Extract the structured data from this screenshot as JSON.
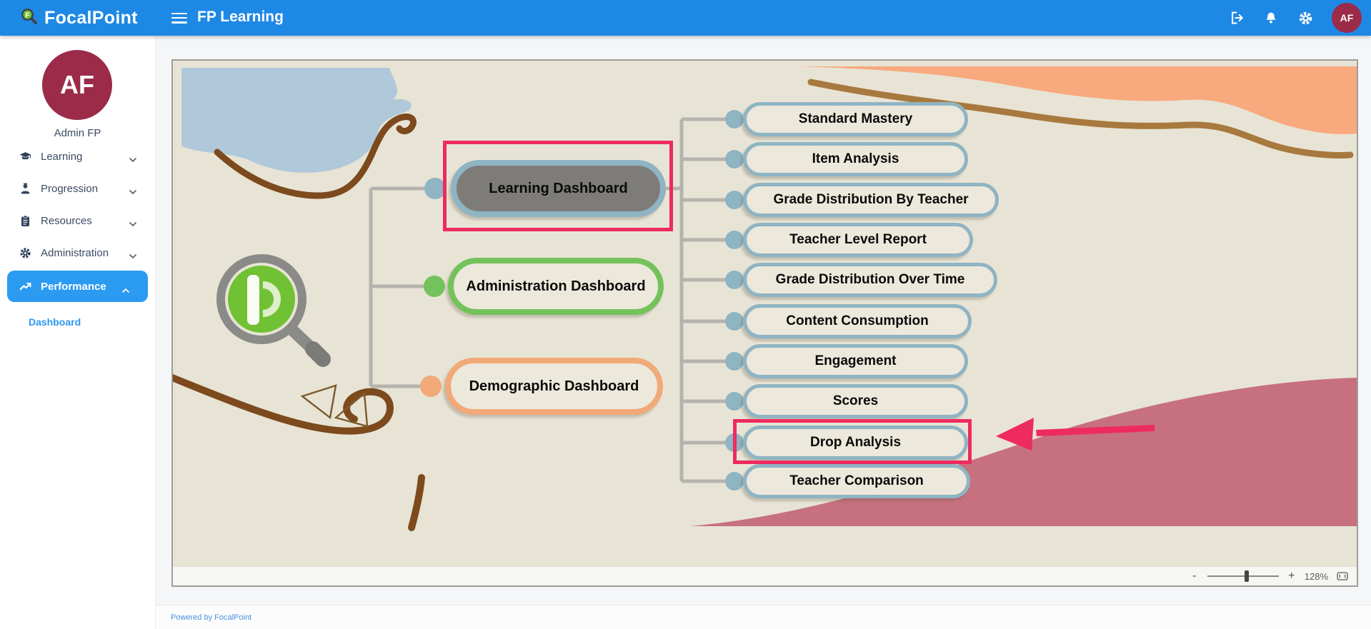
{
  "header": {
    "brand": "FocalPoint",
    "app_title": "FP Learning",
    "avatar_initials": "AF",
    "icons": [
      "logout-icon",
      "bell-icon",
      "gear-icon",
      "avatar"
    ],
    "background_color": "#1e88e5"
  },
  "sidebar": {
    "user": {
      "initials": "AF",
      "name": "Admin FP",
      "avatar_color": "#9b2b49"
    },
    "items": [
      {
        "label": "Learning",
        "icon": "graduation-cap-icon",
        "state": "collapsed",
        "active": false
      },
      {
        "label": "Progression",
        "icon": "person-icon",
        "state": "collapsed",
        "active": false
      },
      {
        "label": "Resources",
        "icon": "clipboard-icon",
        "state": "collapsed",
        "active": false
      },
      {
        "label": "Administration",
        "icon": "gear-icon",
        "state": "collapsed",
        "active": false
      },
      {
        "label": "Performance",
        "icon": "trending-up-icon",
        "state": "expanded",
        "active": true
      }
    ],
    "sub_items": [
      {
        "label": "Dashboard",
        "parent": "Performance",
        "active": true
      }
    ],
    "active_color": "#2b9bf1"
  },
  "mindmap": {
    "parents": [
      {
        "label": "Learning Dashboard",
        "border_color": "#8fb4c3",
        "fill_color": "#7e7c79",
        "highlighted": true
      },
      {
        "label": "Administration Dashboard",
        "border_color": "#74c25c",
        "fill_color": "#ece8db",
        "highlighted": false
      },
      {
        "label": "Demographic Dashboard",
        "border_color": "#f1a978",
        "fill_color": "#ece8db",
        "highlighted": false
      }
    ],
    "children": [
      {
        "label": "Standard Mastery"
      },
      {
        "label": "Item Analysis"
      },
      {
        "label": "Grade Distribution By Teacher"
      },
      {
        "label": "Teacher Level Report"
      },
      {
        "label": "Grade Distribution Over Time"
      },
      {
        "label": "Content Consumption"
      },
      {
        "label": "Engagement"
      },
      {
        "label": "Scores"
      },
      {
        "label": "Drop Analysis"
      },
      {
        "label": "Teacher Comparison"
      }
    ],
    "highlighted_child": "Drop Analysis",
    "highlight_color": "#ee2b5e",
    "connector_color": "#b4b3ae",
    "canvas_color": "#e8e4d5"
  },
  "viewer": {
    "zoom_out": "-",
    "zoom_in": "+",
    "zoom_level": "128%"
  },
  "footer": {
    "powered_by": "Powered by FocalPoint"
  }
}
